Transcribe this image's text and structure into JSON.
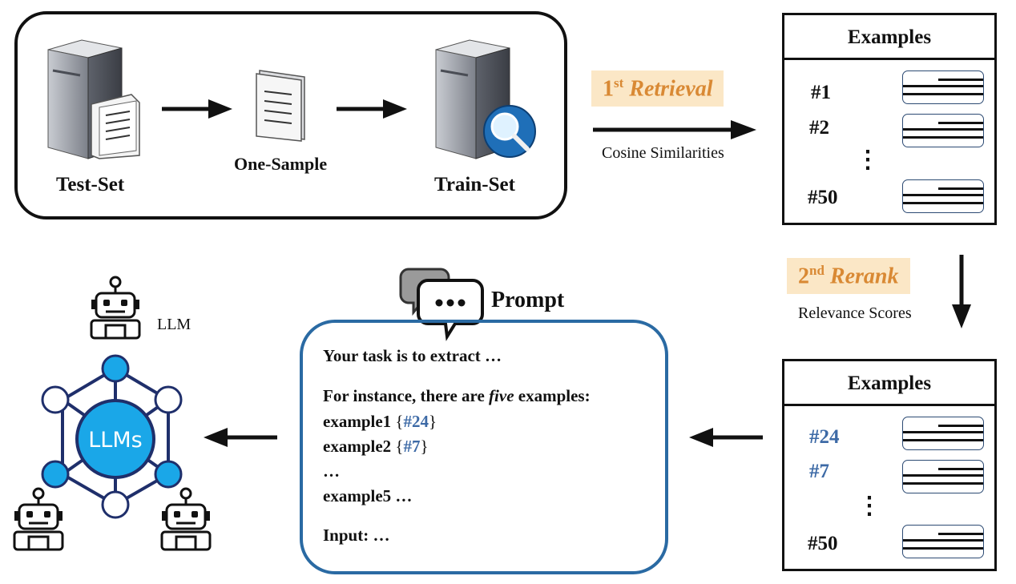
{
  "pipeline": {
    "test_set_label": "Test-Set",
    "one_sample_label": "One-Sample",
    "train_set_label": "Train-Set"
  },
  "retrieval": {
    "step_number": "1",
    "step_suffix": "st",
    "step_name": "Retrieval",
    "caption": "Cosine Similarities"
  },
  "rerank": {
    "step_number": "2",
    "step_suffix": "nd",
    "step_name": "Rerank",
    "caption": "Relevance Scores"
  },
  "examples_top": {
    "title": "Examples",
    "items": [
      "#1",
      "#2",
      "#50"
    ],
    "ellipsis": "⋮"
  },
  "examples_bottom": {
    "title": "Examples",
    "items": [
      "#24",
      "#7",
      "#50"
    ],
    "ellipsis": "⋮"
  },
  "prompt": {
    "title": "Prompt",
    "line1": "Your task is to extract …",
    "line2_pre": "For instance, there are ",
    "line2_em": "five",
    "line2_post": " examples:",
    "ex1_label": "example1 ",
    "ex1_ref": "#24",
    "ex2_label": "example2 ",
    "ex2_ref": "#7",
    "brace_open": "{",
    "brace_close": "}",
    "ellipsis": "…",
    "ex5": "example5 …",
    "input": "Input: …"
  },
  "llm": {
    "label": "LLM",
    "center_label": "LLMs"
  },
  "colors": {
    "accent_orange": "#d98934",
    "tag_bg": "#fbe7c6",
    "ref_blue": "#3d6aa6",
    "node_blue": "#1aa7e8",
    "prompt_border": "#2a6aa3",
    "graph_edge": "#1f2f6b"
  }
}
